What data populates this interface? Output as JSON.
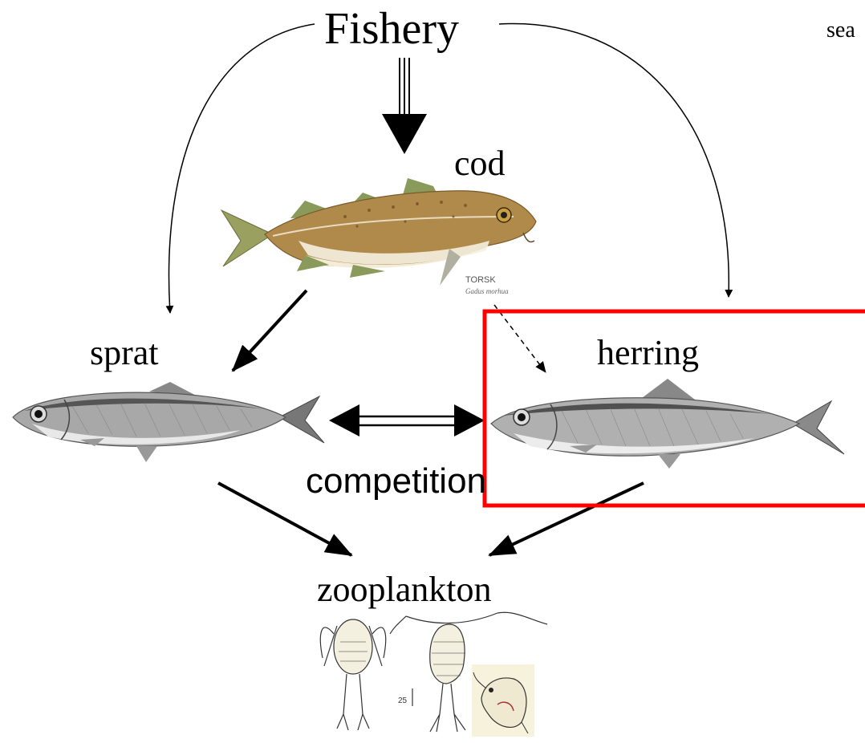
{
  "labels": {
    "fishery": "Fishery",
    "sea": "sea",
    "cod": "cod",
    "sprat": "sprat",
    "herring": "herring",
    "competition": "competition",
    "zooplankton": "zooplankton",
    "torsk": "TORSK",
    "gadus": "Gadus morhua",
    "scale": "25"
  },
  "colors": {
    "highlight": "#ff0000",
    "arrow": "#000000",
    "cod_body": "#b08a4a",
    "cod_fin": "#8a9a5a",
    "fish_silver": "#9a9a9a"
  },
  "icons": [
    "cod-fish-icon",
    "sprat-fish-icon",
    "herring-fish-icon",
    "zooplankton-copepod-icon",
    "zooplankton-cladoceran-icon"
  ]
}
